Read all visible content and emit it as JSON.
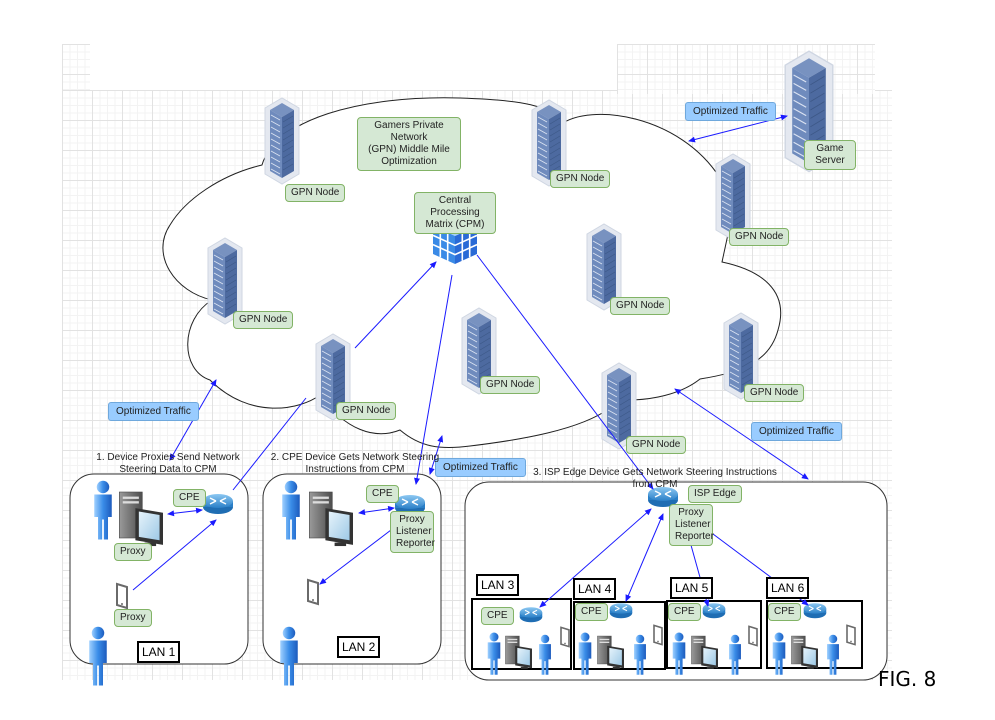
{
  "figure_label": "FIG. 8",
  "cloud": {
    "title": "Gamers Private Network\n(GPN) Middle Mile\nOptimization"
  },
  "cpm": {
    "label": "Central Processing\nMatrix (CPM)"
  },
  "game_server": {
    "label": "Game\nServer"
  },
  "gpn_nodes": [
    {
      "label": "GPN Node"
    },
    {
      "label": "GPN Node"
    },
    {
      "label": "GPN Node"
    },
    {
      "label": "GPN Node"
    },
    {
      "label": "GPN Node"
    },
    {
      "label": "GPN Node"
    },
    {
      "label": "GPN Node"
    },
    {
      "label": "GPN Node"
    },
    {
      "label": "GPN Node"
    }
  ],
  "traffic_labels": [
    {
      "text": "Optimized Traffic"
    },
    {
      "text": "Optimized Traffic"
    },
    {
      "text": "Optimized Traffic"
    },
    {
      "text": "Optimized Traffic"
    }
  ],
  "scenarios": [
    {
      "caption": "1. Device Proxies Send Network\nSteering Data to CPM",
      "lan": "LAN 1",
      "cpe_label": "CPE",
      "proxy_labels": [
        "Proxy",
        "Proxy"
      ]
    },
    {
      "caption": "2. CPE Device Gets Network Steering\nInstructions from CPM",
      "lan": "LAN 2",
      "cpe_label": "CPE",
      "plr_label": "Proxy\nListener\nReporter"
    },
    {
      "caption": "3. ISP Edge Device Gets Network Steering Instructions from CPM",
      "isp_label": "ISP Edge",
      "plr_label": "Proxy\nListener\nReporter",
      "lans": [
        {
          "name": "LAN 3",
          "cpe_label": "CPE"
        },
        {
          "name": "LAN 4",
          "cpe_label": "CPE"
        },
        {
          "name": "LAN 5",
          "cpe_label": "CPE"
        },
        {
          "name": "LAN 6",
          "cpe_label": "CPE"
        }
      ]
    }
  ],
  "colors": {
    "connector": "#1a1aff",
    "label_fill": "#d5e8d4",
    "label_border": "#82b366",
    "traffic_fill": "#99ccff",
    "server_body": "#5b7bad"
  }
}
